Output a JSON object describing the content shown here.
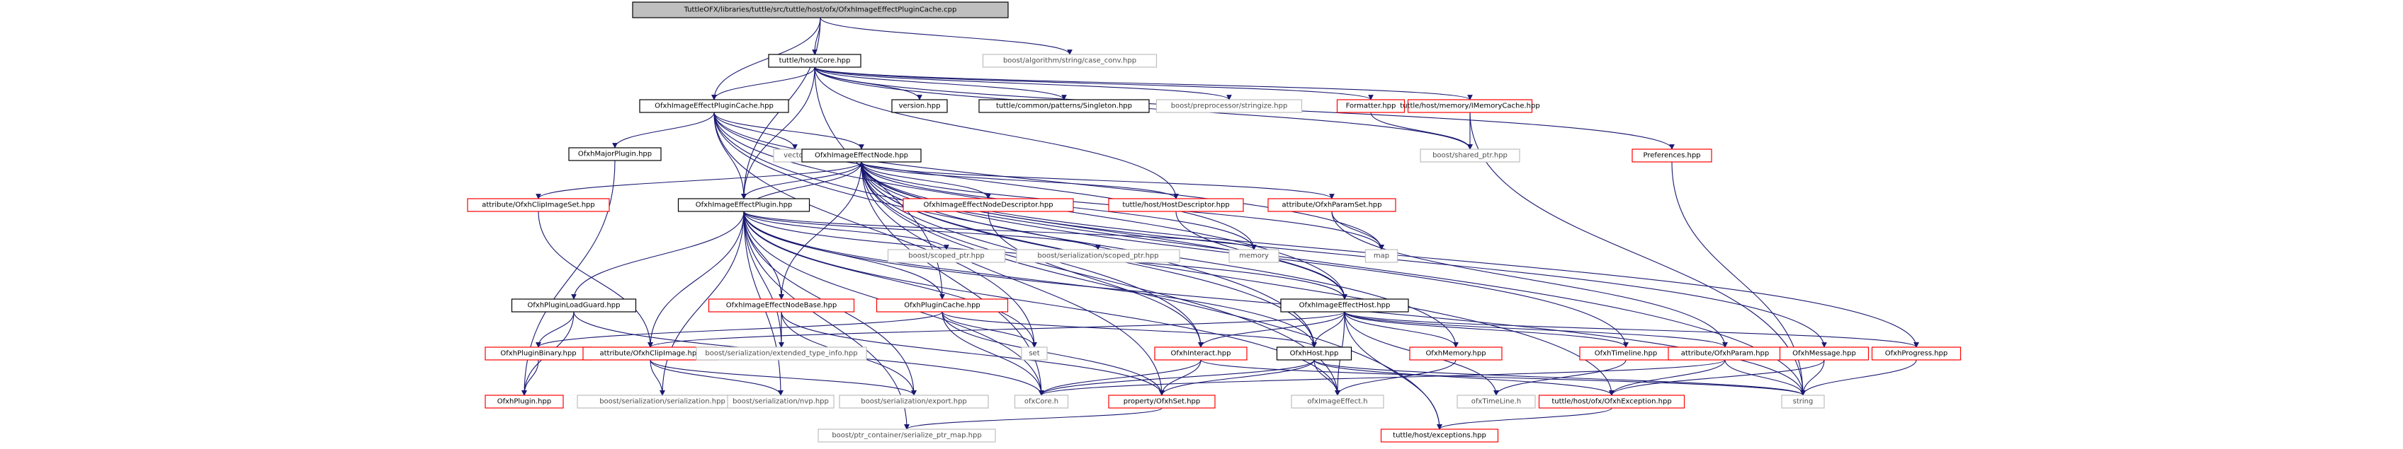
{
  "diagram": {
    "nodes": [
      {
        "id": "root",
        "label": "TuttleOFX/libraries/tuttle/src/tuttle/host/ofx/OfxhImageEffectPluginCache.cpp",
        "style": "root"
      },
      {
        "id": "core",
        "label": "tuttle/host/Core.hpp",
        "style": "black"
      },
      {
        "id": "caseconv",
        "label": "boost/algorithm/string/case_conv.hpp",
        "style": "gray"
      },
      {
        "id": "iepc",
        "label": "OfxhImageEffectPluginCache.hpp",
        "style": "black"
      },
      {
        "id": "version",
        "label": "version.hpp",
        "style": "black"
      },
      {
        "id": "singleton",
        "label": "tuttle/common/patterns/Singleton.hpp",
        "style": "black"
      },
      {
        "id": "stringize",
        "label": "boost/preprocessor/stringize.hpp",
        "style": "gray"
      },
      {
        "id": "formatter",
        "label": "Formatter.hpp",
        "style": "red"
      },
      {
        "id": "imemcache",
        "label": "tuttle/host/memory/IMemoryCache.hpp",
        "style": "red"
      },
      {
        "id": "prefs",
        "label": "Preferences.hpp",
        "style": "red"
      },
      {
        "id": "majorplugin",
        "label": "OfxhMajorPlugin.hpp",
        "style": "black"
      },
      {
        "id": "vector",
        "label": "vector",
        "style": "gray"
      },
      {
        "id": "ienode",
        "label": "OfxhImageEffectNode.hpp",
        "style": "black"
      },
      {
        "id": "sharedptr",
        "label": "boost/shared_ptr.hpp",
        "style": "gray"
      },
      {
        "id": "clipimgset",
        "label": "attribute/OfxhClipImageSet.hpp",
        "style": "red"
      },
      {
        "id": "ieplugin",
        "label": "OfxhImageEffectPlugin.hpp",
        "style": "black"
      },
      {
        "id": "ienodedesc",
        "label": "OfxhImageEffectNodeDescriptor.hpp",
        "style": "red"
      },
      {
        "id": "hostdesc",
        "label": "tuttle/host/HostDescriptor.hpp",
        "style": "red"
      },
      {
        "id": "paramset",
        "label": "attribute/OfxhParamSet.hpp",
        "style": "red"
      },
      {
        "id": "scopedptr",
        "label": "boost/scoped_ptr.hpp",
        "style": "gray"
      },
      {
        "id": "serscopedptr",
        "label": "boost/serialization/scoped_ptr.hpp",
        "style": "gray"
      },
      {
        "id": "memory",
        "label": "memory",
        "style": "gray"
      },
      {
        "id": "map",
        "label": "map",
        "style": "gray"
      },
      {
        "id": "loadguard",
        "label": "OfxhPluginLoadGuard.hpp",
        "style": "black"
      },
      {
        "id": "ienodebase",
        "label": "OfxhImageEffectNodeBase.hpp",
        "style": "red"
      },
      {
        "id": "plugincache",
        "label": "OfxhPluginCache.hpp",
        "style": "red"
      },
      {
        "id": "iehost",
        "label": "OfxhImageEffectHost.hpp",
        "style": "black"
      },
      {
        "id": "pluginbinary",
        "label": "OfxhPluginBinary.hpp",
        "style": "red"
      },
      {
        "id": "clipimage",
        "label": "attribute/OfxhClipImage.hpp",
        "style": "red"
      },
      {
        "id": "exttypeinfo",
        "label": "boost/serialization/extended_type_info.hpp",
        "style": "gray"
      },
      {
        "id": "set",
        "label": "set",
        "style": "gray"
      },
      {
        "id": "interact",
        "label": "OfxhInteract.hpp",
        "style": "red"
      },
      {
        "id": "host",
        "label": "OfxhHost.hpp",
        "style": "black"
      },
      {
        "id": "ofxmemory",
        "label": "OfxhMemory.hpp",
        "style": "red"
      },
      {
        "id": "timeline",
        "label": "OfxhTimeline.hpp",
        "style": "red"
      },
      {
        "id": "param",
        "label": "attribute/OfxhParam.hpp",
        "style": "red"
      },
      {
        "id": "message",
        "label": "OfxhMessage.hpp",
        "style": "red"
      },
      {
        "id": "progress",
        "label": "OfxhProgress.hpp",
        "style": "red"
      },
      {
        "id": "plugin",
        "label": "OfxhPlugin.hpp",
        "style": "red"
      },
      {
        "id": "serialization",
        "label": "boost/serialization/serialization.hpp",
        "style": "gray"
      },
      {
        "id": "nvp",
        "label": "boost/serialization/nvp.hpp",
        "style": "gray"
      },
      {
        "id": "export",
        "label": "boost/serialization/export.hpp",
        "style": "gray"
      },
      {
        "id": "ofxcore",
        "label": "ofxCore.h",
        "style": "gray"
      },
      {
        "id": "ofxset",
        "label": "property/OfxhSet.hpp",
        "style": "red"
      },
      {
        "id": "ofximageeffect",
        "label": "ofxImageEffect.h",
        "style": "gray"
      },
      {
        "id": "ofxtimeline",
        "label": "ofxTimeLine.h",
        "style": "gray"
      },
      {
        "id": "ofxhexception",
        "label": "tuttle/host/ofx/OfxhException.hpp",
        "style": "red"
      },
      {
        "id": "string",
        "label": "string",
        "style": "gray"
      },
      {
        "id": "serptrmap",
        "label": "boost/ptr_container/serialize_ptr_map.hpp",
        "style": "gray"
      },
      {
        "id": "exceptions",
        "label": "tuttle/host/exceptions.hpp",
        "style": "red"
      }
    ],
    "edges": [
      [
        "root",
        "core"
      ],
      [
        "root",
        "caseconv"
      ],
      [
        "root",
        "iepc"
      ],
      [
        "root",
        "ieplugin"
      ],
      [
        "core",
        "iepc"
      ],
      [
        "core",
        "version"
      ],
      [
        "core",
        "singleton"
      ],
      [
        "core",
        "stringize"
      ],
      [
        "core",
        "formatter"
      ],
      [
        "core",
        "imemcache"
      ],
      [
        "core",
        "prefs"
      ],
      [
        "core",
        "sharedptr"
      ],
      [
        "core",
        "plugincache"
      ],
      [
        "core",
        "hostdesc"
      ],
      [
        "core",
        "ieplugin"
      ],
      [
        "iepc",
        "majorplugin"
      ],
      [
        "iepc",
        "vector"
      ],
      [
        "iepc",
        "ienode"
      ],
      [
        "iepc",
        "set"
      ],
      [
        "iepc",
        "memory"
      ],
      [
        "iepc",
        "map"
      ],
      [
        "iepc",
        "string"
      ],
      [
        "iepc",
        "iehost"
      ],
      [
        "iepc",
        "host"
      ],
      [
        "iepc",
        "ieplugin"
      ],
      [
        "formatter",
        "sharedptr"
      ],
      [
        "imemcache",
        "sharedptr"
      ],
      [
        "imemcache",
        "string"
      ],
      [
        "prefs",
        "string"
      ],
      [
        "majorplugin",
        "plugin"
      ],
      [
        "ienode",
        "clipimgset"
      ],
      [
        "ienode",
        "ieplugin"
      ],
      [
        "ienode",
        "ienodedesc"
      ],
      [
        "ienode",
        "hostdesc"
      ],
      [
        "ienode",
        "paramset"
      ],
      [
        "ienode",
        "ienodebase"
      ],
      [
        "ienode",
        "iehost"
      ],
      [
        "ienode",
        "interact"
      ],
      [
        "ienode",
        "host"
      ],
      [
        "ienode",
        "ofxmemory"
      ],
      [
        "ienode",
        "timeline"
      ],
      [
        "ienode",
        "message"
      ],
      [
        "ienode",
        "progress"
      ],
      [
        "ienode",
        "ofxcore"
      ],
      [
        "ienode",
        "ofxset"
      ],
      [
        "ienode",
        "ofximageeffect"
      ],
      [
        "ienode",
        "ofxhexception"
      ],
      [
        "ienode",
        "exceptions"
      ],
      [
        "ienode",
        "map"
      ],
      [
        "ienode",
        "memory"
      ],
      [
        "clipimgset",
        "clipimage"
      ],
      [
        "ieplugin",
        "ienode"
      ],
      [
        "ieplugin",
        "scopedptr"
      ],
      [
        "ieplugin",
        "serscopedptr"
      ],
      [
        "ieplugin",
        "memory"
      ],
      [
        "ieplugin",
        "loadguard"
      ],
      [
        "ieplugin",
        "ienodebase"
      ],
      [
        "ieplugin",
        "plugincache"
      ],
      [
        "ieplugin",
        "iehost"
      ],
      [
        "ieplugin",
        "set"
      ],
      [
        "ieplugin",
        "string"
      ],
      [
        "ieplugin",
        "serialization"
      ],
      [
        "ieplugin",
        "nvp"
      ],
      [
        "ieplugin",
        "export"
      ],
      [
        "ieplugin",
        "serptrmap"
      ],
      [
        "ieplugin",
        "ofxcore"
      ],
      [
        "ieplugin",
        "exttypeinfo"
      ],
      [
        "ieplugin",
        "clipimage"
      ],
      [
        "ieplugin",
        "ofximageeffect"
      ],
      [
        "ieplugin",
        "host"
      ],
      [
        "ienodedesc",
        "interact"
      ],
      [
        "hostdesc",
        "iehost"
      ],
      [
        "paramset",
        "map"
      ],
      [
        "paramset",
        "param"
      ],
      [
        "loadguard",
        "pluginbinary"
      ],
      [
        "loadguard",
        "plugin"
      ],
      [
        "loadguard",
        "ofxcore"
      ],
      [
        "ienodebase",
        "exttypeinfo"
      ],
      [
        "ienodebase",
        "export"
      ],
      [
        "ienodebase",
        "ofxset"
      ],
      [
        "plugincache",
        "pluginbinary"
      ],
      [
        "plugincache",
        "set"
      ],
      [
        "plugincache",
        "ofxcore"
      ],
      [
        "plugincache",
        "ofxset"
      ],
      [
        "plugincache",
        "host"
      ],
      [
        "iehost",
        "clipimage"
      ],
      [
        "iehost",
        "interact"
      ],
      [
        "iehost",
        "host"
      ],
      [
        "iehost",
        "ofxmemory"
      ],
      [
        "iehost",
        "timeline"
      ],
      [
        "iehost",
        "param"
      ],
      [
        "iehost",
        "progress"
      ],
      [
        "iehost",
        "ofximageeffect"
      ],
      [
        "iehost",
        "ofxtimeline"
      ],
      [
        "iehost",
        "exceptions"
      ],
      [
        "pluginbinary",
        "plugin"
      ],
      [
        "clipimage",
        "serialization"
      ],
      [
        "clipimage",
        "nvp"
      ],
      [
        "clipimage",
        "export"
      ],
      [
        "interact",
        "ofxcore"
      ],
      [
        "interact",
        "ofxset"
      ],
      [
        "interact",
        "string"
      ],
      [
        "host",
        "ofxcore"
      ],
      [
        "host",
        "ofxset"
      ],
      [
        "host",
        "ofximageeffect"
      ],
      [
        "host",
        "ofxhexception"
      ],
      [
        "host",
        "string"
      ],
      [
        "ofxmemory",
        "ofximageeffect"
      ],
      [
        "timeline",
        "ofxtimeline"
      ],
      [
        "param",
        "ofxhexception"
      ],
      [
        "param",
        "string"
      ],
      [
        "param",
        "ofxcore"
      ],
      [
        "message",
        "ofxhexception"
      ],
      [
        "message",
        "string"
      ],
      [
        "progress",
        "string"
      ],
      [
        "ofxset",
        "serptrmap"
      ],
      [
        "ofxhexception",
        "exceptions"
      ]
    ]
  },
  "colors": {
    "root_fill": "#bfbfbf",
    "black_border": "#000000",
    "red_border": "#ff0000",
    "gray_border": "#bfbfbf",
    "gray_text": "#4d4d4d",
    "edge_dark": "#191970",
    "edge_orange": "#ff8c00",
    "edge_green": "#006400"
  }
}
